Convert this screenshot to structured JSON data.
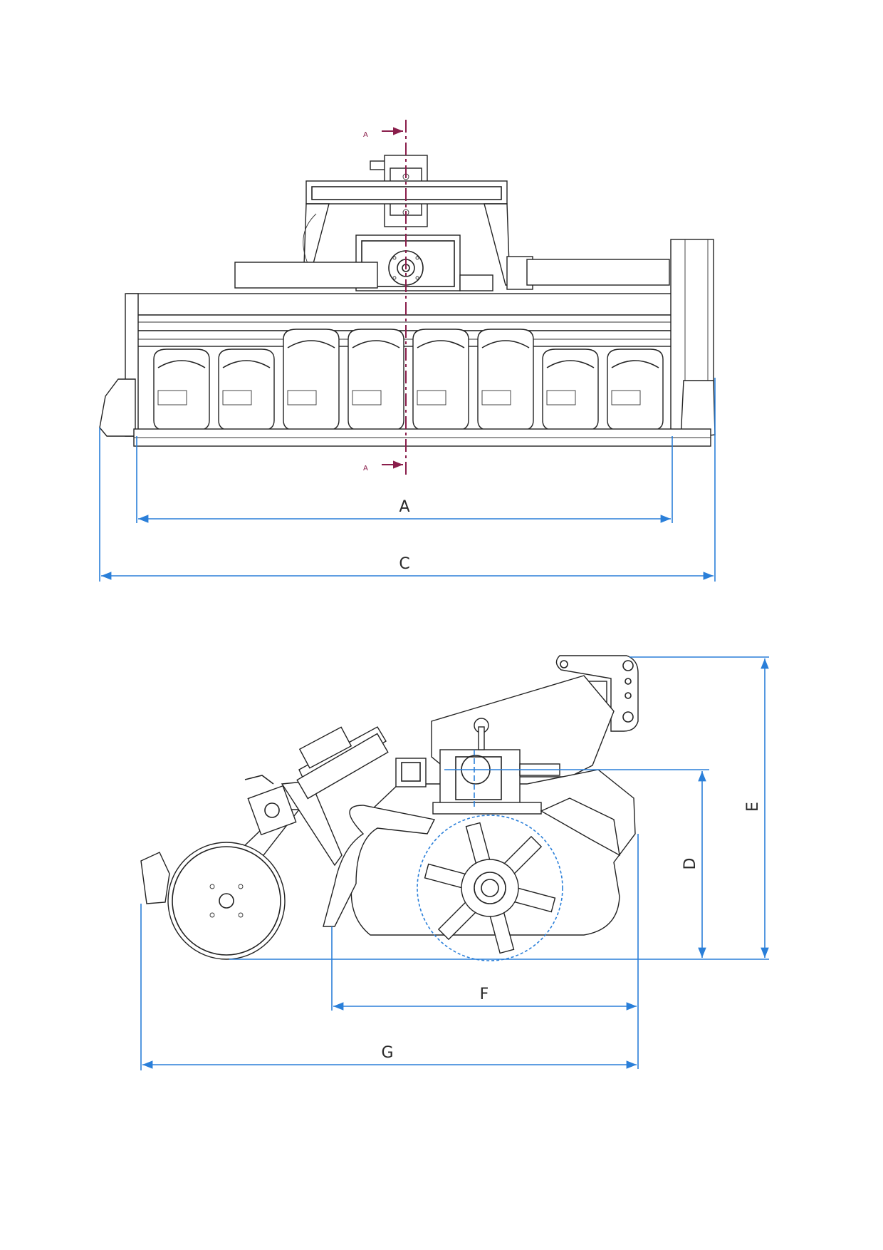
{
  "section_marks": {
    "top": "A",
    "bottom": "A"
  },
  "dimensions": {
    "A": "A",
    "C": "C",
    "D": "D",
    "E": "E",
    "F": "F",
    "G": "G"
  },
  "colors": {
    "dimension_line": "#2a7fd9",
    "section_line": "#8a1e4b",
    "outline": "#222222"
  }
}
